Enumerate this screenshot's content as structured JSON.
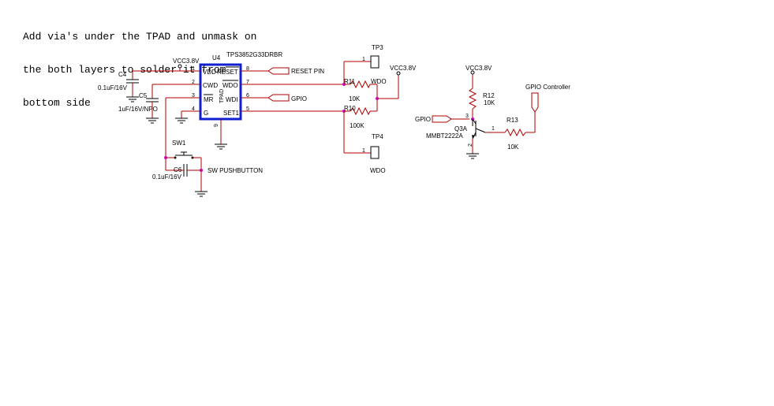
{
  "note": {
    "line1": "Add via's under the TPAD and unmask on",
    "line2": "the both layers to solder it from",
    "line3": "bottom side"
  },
  "u4": {
    "ref": "U4",
    "part": "TPS3852G33DRBR",
    "pins": {
      "vdd": "VDD",
      "cwd": "CWD",
      "mr": "MR",
      "g": "G",
      "reset": "RESET",
      "wdo": "WDO",
      "wdi": "WDI",
      "set1": "SET1",
      "tpad": "TPAD"
    },
    "pin_numbers": {
      "p1": "1",
      "p2": "2",
      "p3": "3",
      "p4": "4",
      "p5": "5",
      "p6": "6",
      "p7": "7",
      "p8": "8",
      "p9": "9"
    }
  },
  "power": {
    "vcc_left": "VCC3.8V",
    "vcc_mid": "VCC3.8V",
    "vcc_right": "VCC3.8V"
  },
  "caps": {
    "c4_ref": "C4",
    "c4_val": "0.1uF/16V",
    "c5_ref": "C5",
    "c5_val": "1uF/16V/NPO",
    "c6_ref": "C6",
    "c6_val": "0.1uF/16V"
  },
  "switch": {
    "ref": "SW1",
    "name": "SW PUSHBUTTON"
  },
  "ports": {
    "reset_pin": "RESET PIN",
    "gpio_wdi": "GPIO",
    "gpio_q": "GPIO",
    "gpio_ctrl": "GPIO Controller"
  },
  "resistors": {
    "r11_ref": "R11",
    "r11_val": "10K",
    "r11_net": "WDO",
    "r10_ref": "R10",
    "r10_val": "100K",
    "r12_ref": "R12",
    "r12_val": "10K",
    "r13_ref": "R13",
    "r13_val": "10K"
  },
  "testpoints": {
    "tp3_ref": "TP3",
    "tp3_pin": "1",
    "tp4_ref": "TP4",
    "tp4_pin": "1",
    "tp4_net": "WDO"
  },
  "transistor": {
    "ref": "Q3A",
    "part": "MMBT2222A",
    "pin1": "1",
    "pin2": "2",
    "pin3": "3"
  }
}
